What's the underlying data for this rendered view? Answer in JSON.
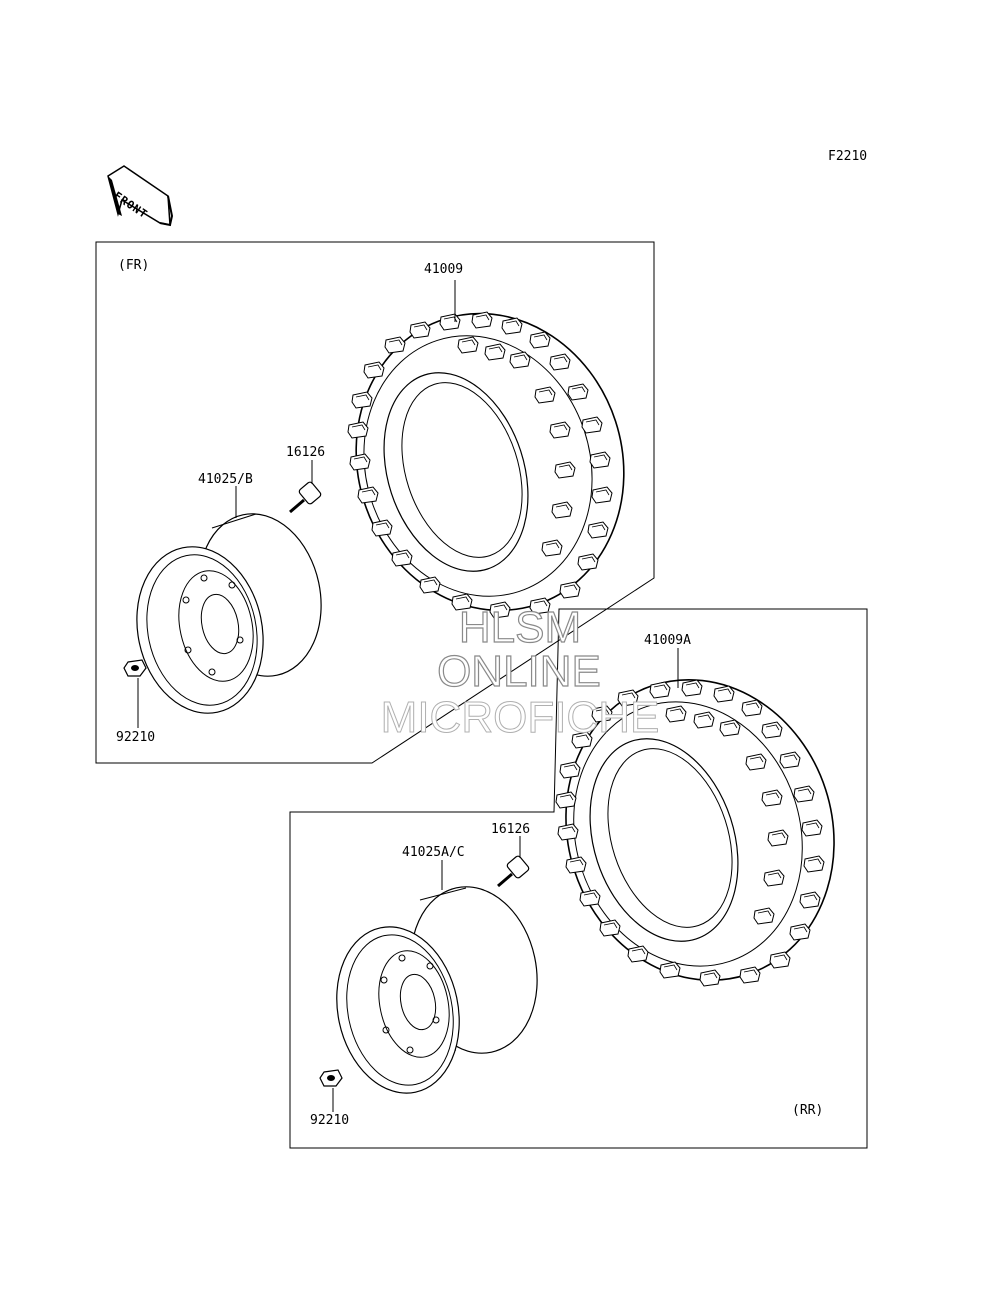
{
  "sheet": {
    "code": "F2210"
  },
  "front_arrow": {
    "label": "FRONT",
    "icon": "front-arrow-icon"
  },
  "front_group": {
    "label": "(FR)",
    "parts": {
      "tire": "41009",
      "wheel": "41025/B",
      "valve": "16126",
      "nut": "92210"
    }
  },
  "rear_group": {
    "label": "(RR)",
    "parts": {
      "tire": "41009A",
      "wheel": "41025A/C",
      "valve": "16126",
      "nut": "92210"
    }
  },
  "watermark": {
    "lines": [
      "HLSM",
      "ONLINE",
      "MICROFICHE"
    ]
  }
}
